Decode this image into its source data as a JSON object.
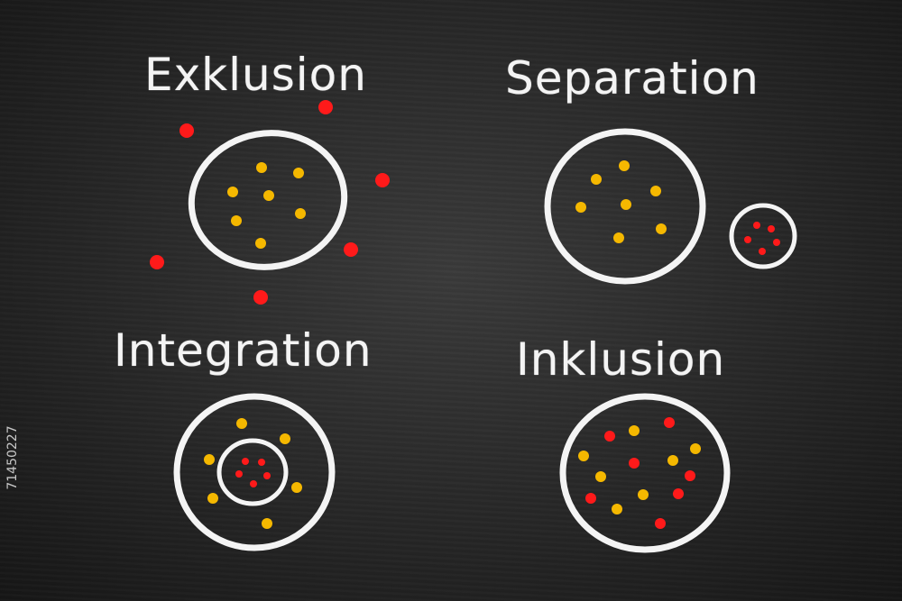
{
  "labels": {
    "exclusion": "Exklusion",
    "separation": "Separation",
    "integration": "Integration",
    "inclusion": "Inklusion"
  },
  "stock_id": "71450227",
  "colors": {
    "board": "#2a2a2a",
    "chalk": "#f4f4f4",
    "majority_dot": "#f5b800",
    "minority_dot": "#ff1a1a"
  }
}
